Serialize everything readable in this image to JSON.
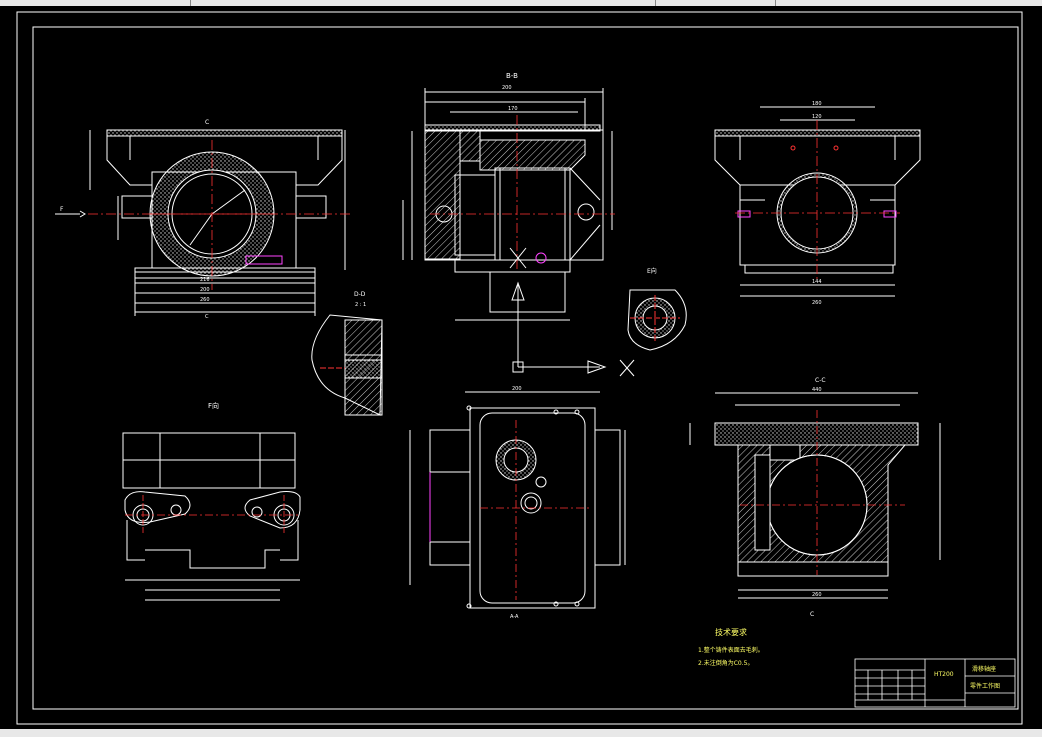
{
  "labels": {
    "view_bb": "B-B",
    "view_aa": "A-A",
    "view_cc": "C-C",
    "view_d": "D-D",
    "view_ratio": "2 : 1",
    "view_f": "F向",
    "view_e": "E向",
    "cut_c": "C",
    "cut_f": "F",
    "axis_x": "X",
    "dim_216": "216",
    "dim_200": "200",
    "dim_170": "170",
    "dim_180": "180",
    "dim_120": "120",
    "dim_144": "144",
    "dim_260": "260",
    "dim_440": "440"
  },
  "notes": {
    "title": "技术要求",
    "line1": "1.整个铸件表面去毛刺。",
    "line2": "2.未注倒角为C0.5。"
  },
  "title_block": {
    "part_name": "滑移轴座",
    "drawing_name": "零件工作图",
    "code": "HT200"
  },
  "colors": {
    "background": "#000000",
    "line": "#ffffff",
    "center": "#ff3333",
    "accent": "#ff44ff",
    "text": "#ffff66"
  }
}
